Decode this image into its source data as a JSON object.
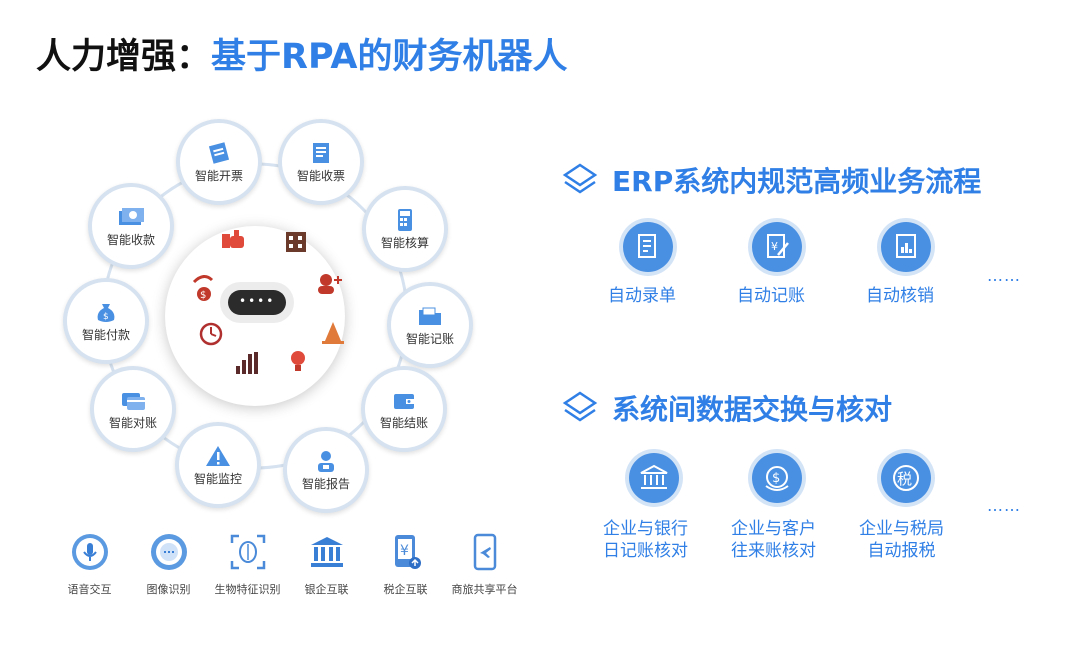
{
  "title": {
    "black": "人力增强：",
    "blue": "基于RPA的财务机器人"
  },
  "wheel": {
    "center_label": "••••",
    "nodes": [
      {
        "label": "智能开票",
        "icon": "invoice-icon"
      },
      {
        "label": "智能收票",
        "icon": "receipt-icon"
      },
      {
        "label": "智能核算",
        "icon": "calculator-icon"
      },
      {
        "label": "智能记账",
        "icon": "folder-icon"
      },
      {
        "label": "智能结账",
        "icon": "wallet-icon"
      },
      {
        "label": "智能报告",
        "icon": "person-report-icon"
      },
      {
        "label": "智能监控",
        "icon": "warning-icon"
      },
      {
        "label": "智能对账",
        "icon": "card-icon"
      },
      {
        "label": "智能付款",
        "icon": "money-bag-icon"
      },
      {
        "label": "智能收款",
        "icon": "cash-icon"
      }
    ]
  },
  "bottom_features": [
    {
      "label": "语音交互",
      "icon": "voice-icon"
    },
    {
      "label": "图像识别",
      "icon": "image-recognition-icon"
    },
    {
      "label": "生物特征识别",
      "icon": "biometric-icon"
    },
    {
      "label": "银企互联",
      "icon": "bank-icon"
    },
    {
      "label": "税企互联",
      "icon": "tax-icon"
    },
    {
      "label": "商旅共享平台",
      "icon": "travel-icon"
    }
  ],
  "section1": {
    "heading": "ERP系统内规范高频业务流程",
    "items": [
      {
        "label": "自动录单",
        "icon": "document-entry-icon"
      },
      {
        "label": "自动记账",
        "icon": "bookkeeping-icon"
      },
      {
        "label": "自动核销",
        "icon": "report-chart-icon"
      }
    ],
    "more": "……"
  },
  "section2": {
    "heading": "系统间数据交换与核对",
    "items": [
      {
        "line1": "企业与银行",
        "line2": "日记账核对",
        "icon": "bank-icon"
      },
      {
        "line1": "企业与客户",
        "line2": "往来账核对",
        "icon": "customer-money-icon"
      },
      {
        "line1": "企业与税局",
        "line2": "自动报税",
        "icon": "tax-icon",
        "glyph": "税"
      }
    ],
    "more": "……"
  },
  "colors": {
    "accent": "#2f7fe6",
    "icon_fill": "#4a90e2",
    "ring": "#d6e2f0"
  }
}
